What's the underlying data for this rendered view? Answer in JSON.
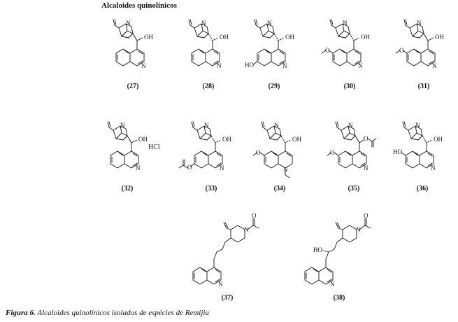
{
  "heading": "Alcaloides quinolínicos",
  "caption": {
    "prefix": "Figura 6.",
    "text": " Alcaloides quinolínicos isolados de espécies de Remijia"
  },
  "hcl_label": "HCl",
  "compounds": [
    {
      "label": "(27)",
      "sub": "",
      "oh": "OH",
      "n": "N"
    },
    {
      "label": "(28)",
      "sub": "",
      "oh": "OH",
      "n": "N"
    },
    {
      "label": "(29)",
      "sub": "HO",
      "oh": "OH",
      "n": "N"
    },
    {
      "label": "(30)",
      "sub": "O",
      "oh": "OH",
      "n": "N"
    },
    {
      "label": "(31)",
      "sub": "O",
      "oh": "OH",
      "n": "N"
    },
    {
      "label": "(32)",
      "sub": "",
      "oh": "OH",
      "n": "N"
    },
    {
      "label": "(33)",
      "sub": "O",
      "oh": "OH",
      "n": "N"
    },
    {
      "label": "(34)",
      "sub": "O",
      "oh": "OH",
      "n": "N"
    },
    {
      "label": "(35)",
      "sub": "O",
      "oh": "O",
      "n": "N"
    },
    {
      "label": "(36)",
      "sub": "HO",
      "oh": "OH",
      "n": "N"
    },
    {
      "label": "(37)",
      "n": "N",
      "o": "O"
    },
    {
      "label": "(38)",
      "n": "N",
      "o": "O",
      "ho": "HO"
    }
  ]
}
